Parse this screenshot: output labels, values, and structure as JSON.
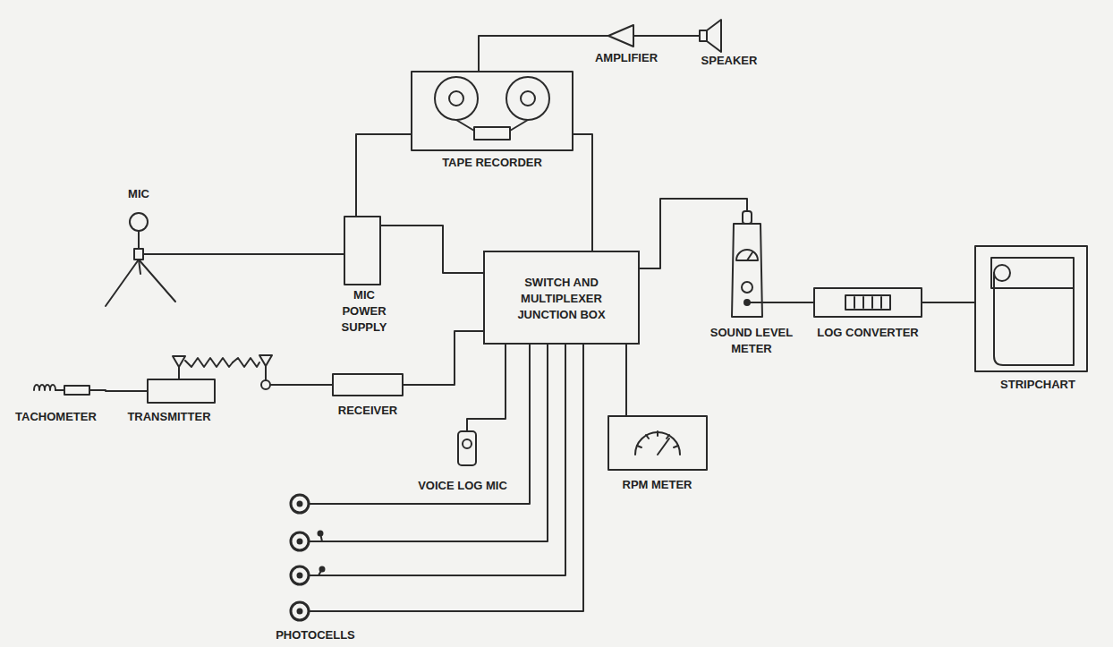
{
  "diagram": {
    "nodes": [
      {
        "text": [
          "TAPE RECORDER"
        ]
      },
      {
        "text": [
          "AMPLIFIER"
        ]
      },
      {
        "text": [
          "SPEAKER"
        ]
      },
      {
        "text": [
          "MIC"
        ]
      },
      {
        "text": [
          "MIC POWER SUPPLY"
        ]
      },
      {
        "text": [
          "SWITCH AND MULTIPLEXER JUNCTION BOX"
        ]
      },
      {
        "text": [
          "SOUND LEVEL METER"
        ]
      },
      {
        "text": [
          "LOG CONVERTER"
        ]
      },
      {
        "text": [
          "STRIPCHART"
        ]
      },
      {
        "text": [
          "TACHOMETER"
        ]
      },
      {
        "text": [
          "TRANSMITTER"
        ]
      },
      {
        "text": [
          "RECEIVER"
        ]
      },
      {
        "text": [
          "VOICE LOG MIC"
        ]
      },
      {
        "text": [
          "RPM METER"
        ]
      },
      {
        "text": [
          "PHOTOCELLS"
        ]
      }
    ],
    "edges": [
      {
        "from": 3,
        "to": 4,
        "arrow": "none"
      },
      {
        "from": 4,
        "to": 0,
        "arrow": "none"
      },
      {
        "from": 4,
        "to": 5,
        "arrow": "none"
      },
      {
        "from": 0,
        "to": 1,
        "arrow": "none"
      },
      {
        "from": 1,
        "to": 2,
        "arrow": "none"
      },
      {
        "from": 0,
        "to": 5,
        "arrow": "none"
      },
      {
        "from": 5,
        "to": 6,
        "arrow": "none"
      },
      {
        "from": 6,
        "to": 7,
        "arrow": "none"
      },
      {
        "from": 7,
        "to": 8,
        "arrow": "none"
      },
      {
        "from": 9,
        "to": 10,
        "arrow": "none"
      },
      {
        "from": 10,
        "to": 11,
        "arrow": "none"
      },
      {
        "from": 11,
        "to": 5,
        "arrow": "none"
      },
      {
        "from": 5,
        "to": 12,
        "arrow": "none"
      },
      {
        "from": 5,
        "to": 13,
        "arrow": "none"
      },
      {
        "from": 5,
        "to": 14,
        "arrow": "none"
      },
      {
        "from": 5,
        "to": 14,
        "arrow": "none"
      },
      {
        "from": 5,
        "to": 14,
        "arrow": "none"
      },
      {
        "from": 5,
        "to": 14,
        "arrow": "none"
      }
    ]
  }
}
